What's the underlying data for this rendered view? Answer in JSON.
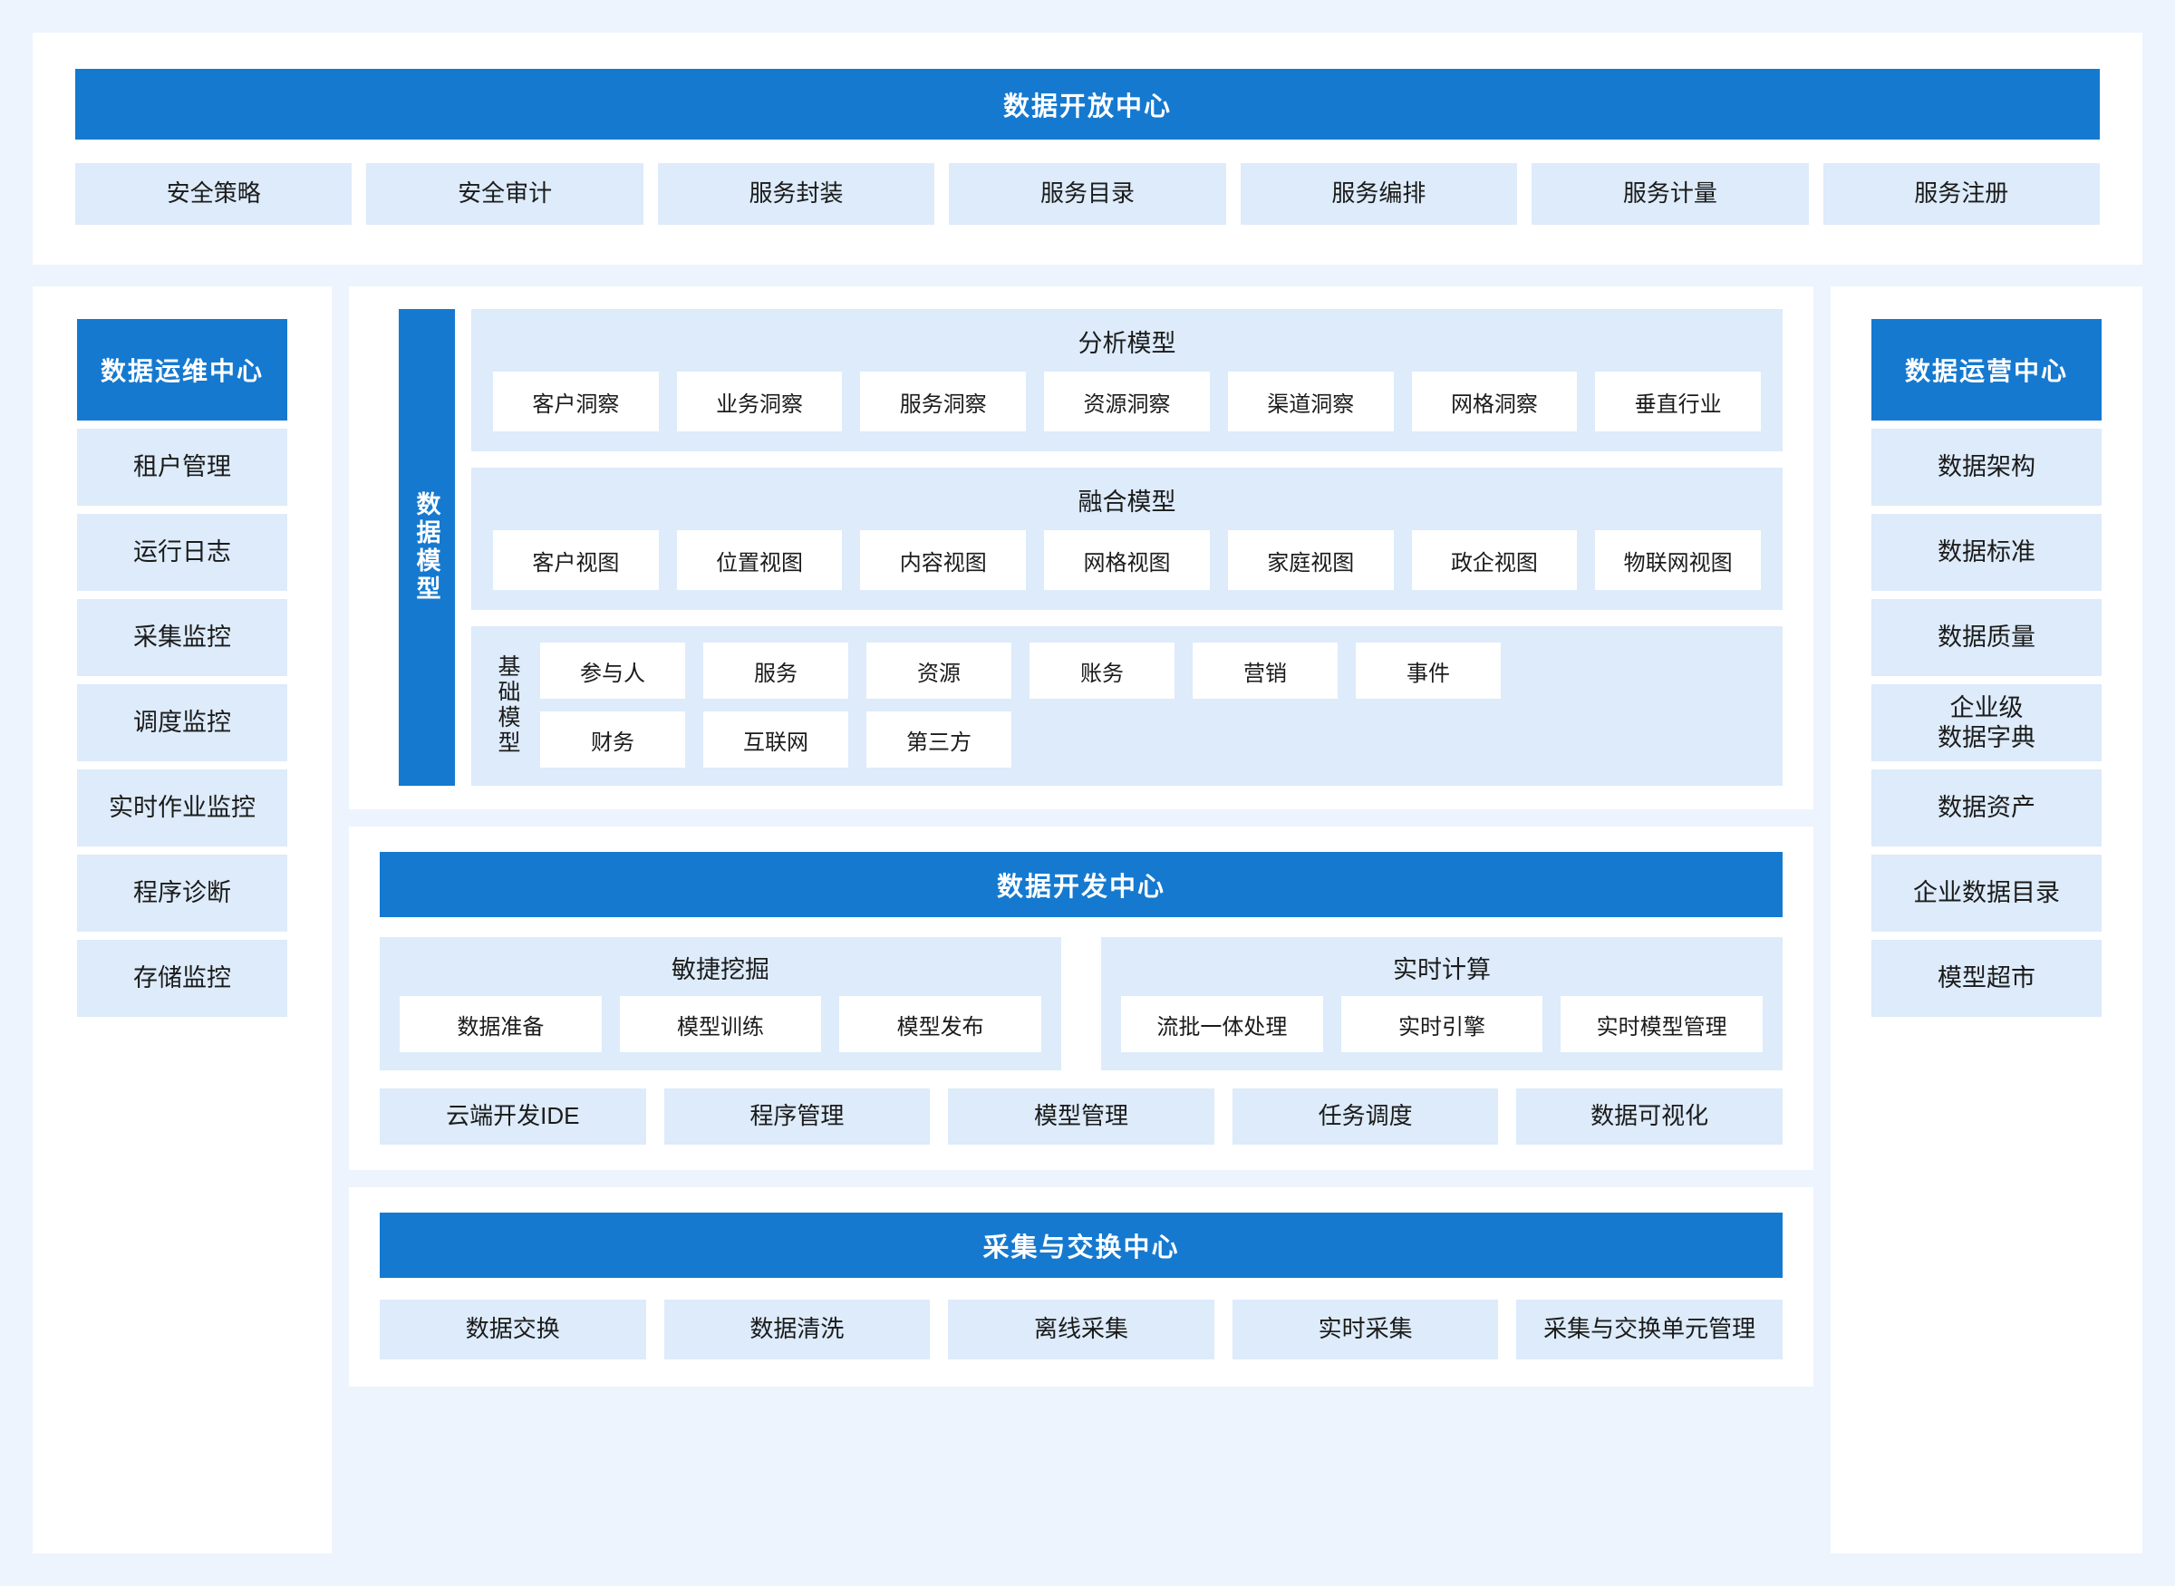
{
  "open_center": {
    "title": "数据开放中心",
    "items": [
      "安全策略",
      "安全审计",
      "服务封装",
      "服务目录",
      "服务编排",
      "服务计量",
      "服务注册"
    ]
  },
  "ops_center": {
    "title": "数据运维中心",
    "items": [
      "租户管理",
      "运行日志",
      "采集监控",
      "调度监控",
      "实时作业监控",
      "程序诊断",
      "存储监控"
    ]
  },
  "operation_center": {
    "title": "数据运营中心",
    "items": [
      "数据架构",
      "数据标准",
      "数据质量",
      "企业级\n数据字典",
      "数据资产",
      "企业数据目录",
      "模型超市"
    ]
  },
  "data_model": {
    "vertical_label": "数据模型",
    "analysis": {
      "title": "分析模型",
      "items": [
        "客户洞察",
        "业务洞察",
        "服务洞察",
        "资源洞察",
        "渠道洞察",
        "网格洞察",
        "垂直行业"
      ]
    },
    "fusion": {
      "title": "融合模型",
      "items": [
        "客户视图",
        "位置视图",
        "内容视图",
        "网格视图",
        "家庭视图",
        "政企视图",
        "物联网视图"
      ]
    },
    "basic": {
      "label": "基础模型",
      "row1": [
        "参与人",
        "服务",
        "资源",
        "账务",
        "营销",
        "事件"
      ],
      "row2": [
        "财务",
        "互联网",
        "第三方"
      ]
    }
  },
  "dev_center": {
    "title": "数据开发中心",
    "agile": {
      "title": "敏捷挖掘",
      "items": [
        "数据准备",
        "模型训练",
        "模型发布"
      ]
    },
    "realtime": {
      "title": "实时计算",
      "items": [
        "流批一体处理",
        "实时引擎",
        "实时模型管理"
      ]
    },
    "bottom_items": [
      "云端开发IDE",
      "程序管理",
      "模型管理",
      "任务调度",
      "数据可视化"
    ]
  },
  "collect_exchange_center": {
    "title": "采集与交换中心",
    "items": [
      "数据交换",
      "数据清洗",
      "离线采集",
      "实时采集",
      "采集与交换单元管理"
    ]
  },
  "colors": {
    "brand_blue": "#1579D0",
    "light_blue": "#DDEBFA",
    "page_bg": "#EDF4FD",
    "panel_bg": "#FFFFFF"
  }
}
